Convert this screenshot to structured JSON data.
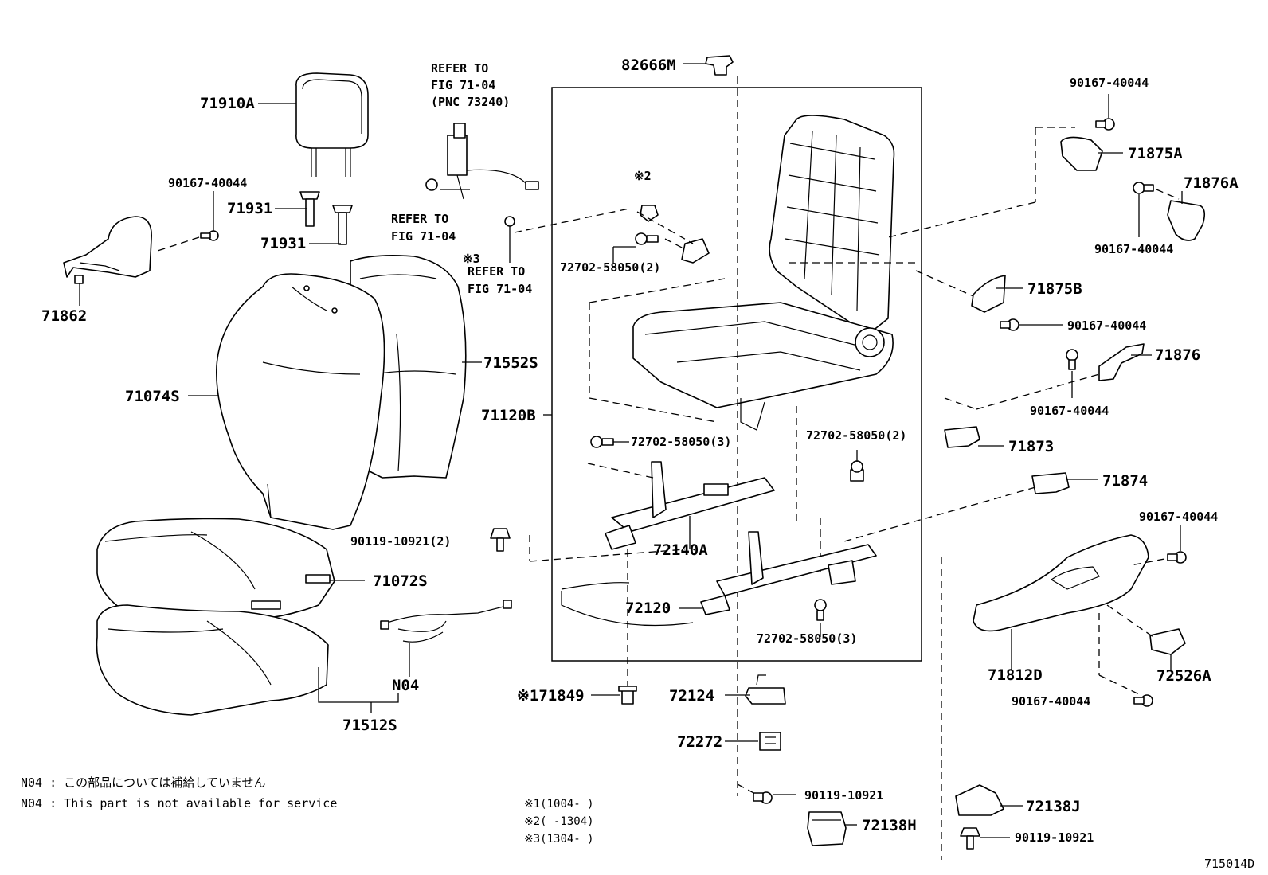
{
  "labels": {
    "p82666M": "82666M",
    "refer1": [
      "REFER TO",
      "FIG 71-04",
      "(PNC 73240)"
    ],
    "p71910A": "71910A",
    "p90167_a": "90167-40044",
    "p71931_a": "71931",
    "p71931_b": "71931",
    "p71862": "71862",
    "refer2": [
      "REFER TO",
      "FIG 71-04"
    ],
    "mark3": "※3",
    "refer3": [
      "REFER TO",
      "FIG 71-04"
    ],
    "mark2": "※2",
    "p72702_a": "72702-58050(2)",
    "p71552S": "71552S",
    "p71074S": "71074S",
    "p71120B": "71120B",
    "p72702_b": "72702-58050(3)",
    "p72702_c": "72702-58050(2)",
    "p90119_a": "90119-10921(2)",
    "p72140A": "72140A",
    "p71072S": "71072S",
    "p72120": "72120",
    "p72702_d": "72702-58050(3)",
    "pN04": "N04",
    "p71512S": "71512S",
    "p71849": "※171849",
    "p72124": "72124",
    "p72272": "72272",
    "p90119_b": "90119-10921",
    "p72138H": "72138H",
    "p90167_b": "90167-40044",
    "p71875A": "71875A",
    "p71876A": "71876A",
    "p90167_c": "90167-40044",
    "p71875B": "71875B",
    "p90167_d": "90167-40044",
    "p71876": "71876",
    "p90167_e": "90167-40044",
    "p71873": "71873",
    "p71874": "71874",
    "p90167_f": "90167-40044",
    "p71812D": "71812D",
    "p72526A": "72526A",
    "p90167_g": "90167-40044",
    "p72138J": "72138J",
    "p90119_c": "90119-10921"
  },
  "notes": {
    "n04_jp": "N04 : この部品については補給していません",
    "n04_en": "N04 : This part is not available for service",
    "range1": "※1(1004-     )",
    "range2": "※2(     -1304)",
    "range3": "※3(1304-     )"
  },
  "figure_id": "715014D"
}
